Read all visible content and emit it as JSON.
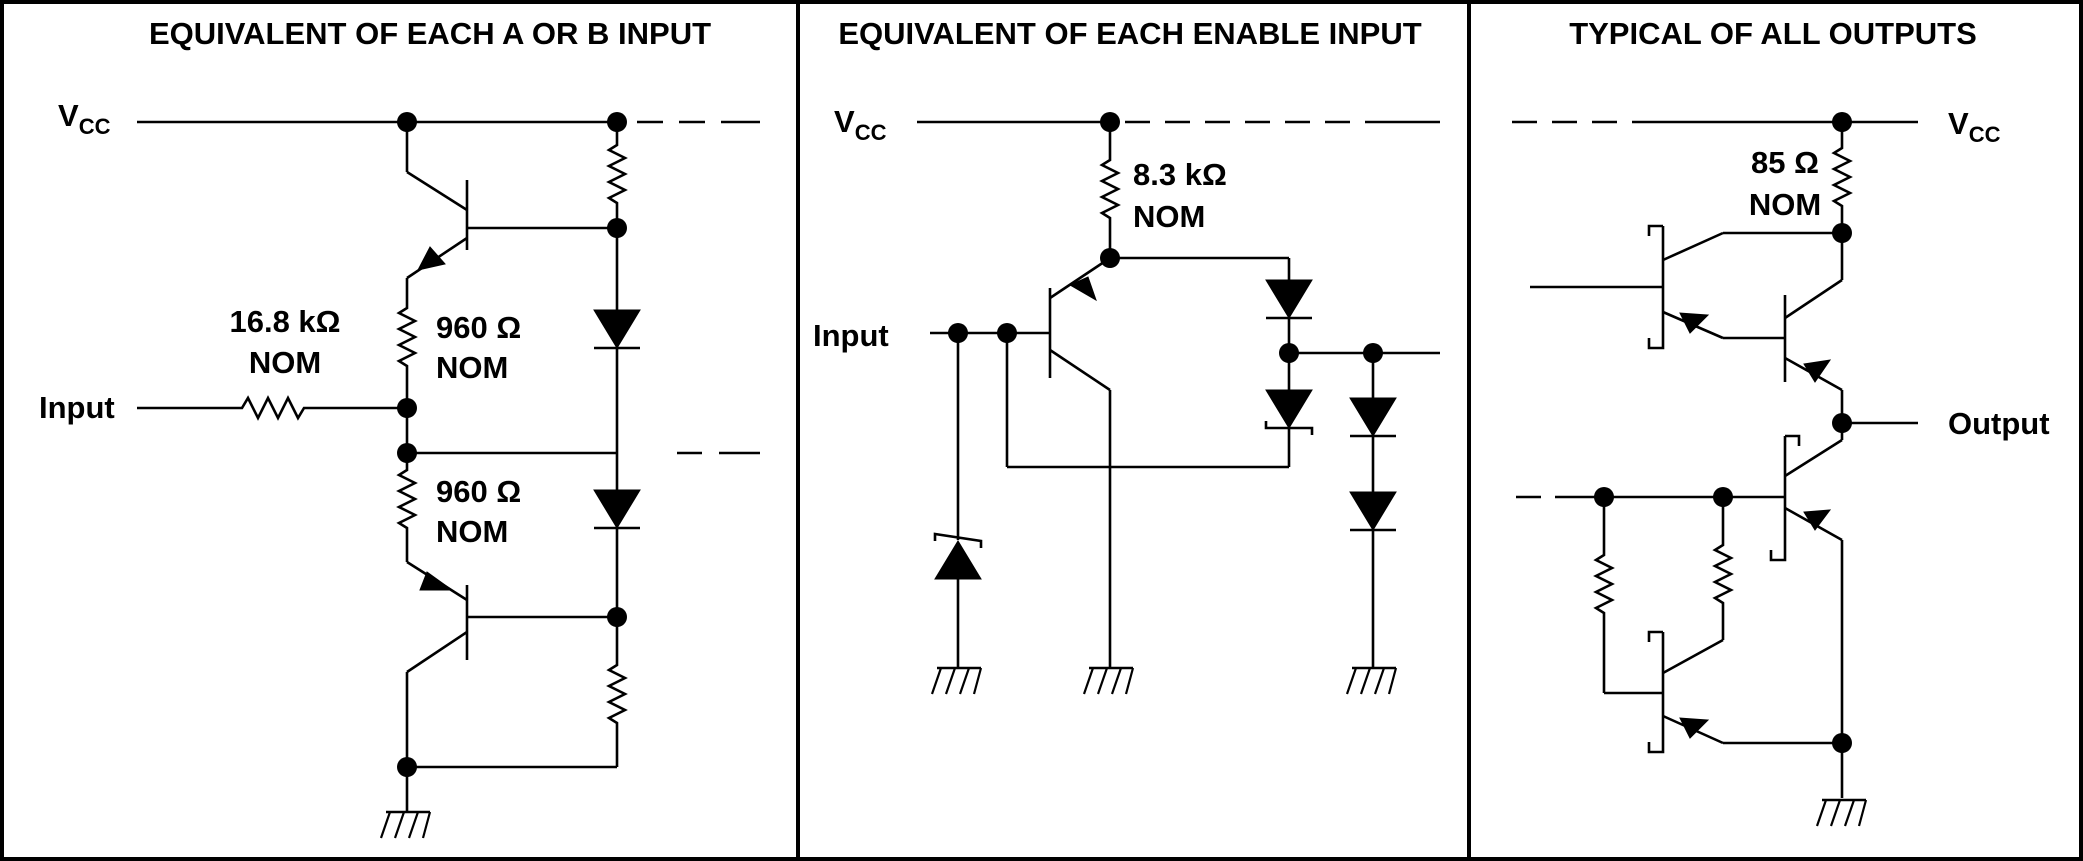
{
  "panels": [
    {
      "title": "EQUIVALENT OF EACH A OR B INPUT",
      "vcc": {
        "main": "V",
        "sub": "CC"
      },
      "input_label": "Input",
      "r_input": {
        "value": "16.8 kΩ",
        "nom": "NOM"
      },
      "r_upper": {
        "value": "960 Ω",
        "nom": "NOM"
      },
      "r_lower": {
        "value": "960 Ω",
        "nom": "NOM"
      }
    },
    {
      "title": "EQUIVALENT OF EACH ENABLE INPUT",
      "vcc": {
        "main": "V",
        "sub": "CC"
      },
      "input_label": "Input",
      "r_pullup": {
        "value": "8.3 kΩ",
        "nom": "NOM"
      }
    },
    {
      "title": "TYPICAL OF ALL OUTPUTS",
      "vcc": {
        "main": "V",
        "sub": "CC"
      },
      "output_label": "Output",
      "r_pullup": {
        "value": "85 Ω",
        "nom": "NOM"
      }
    }
  ]
}
